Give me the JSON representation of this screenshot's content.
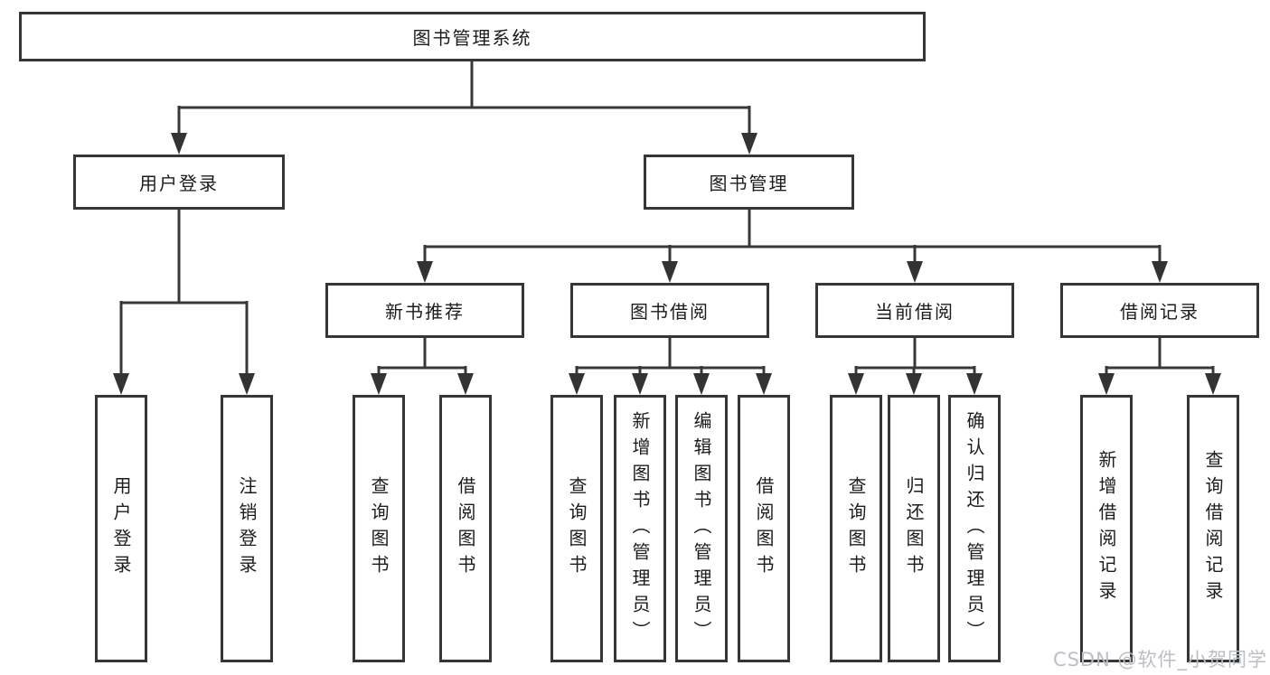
{
  "diagram": {
    "root": {
      "label": "图书管理系统"
    },
    "level2": [
      {
        "label": "用户登录"
      },
      {
        "label": "图书管理"
      }
    ],
    "level3": [
      {
        "label": "新书推荐"
      },
      {
        "label": "图书借阅"
      },
      {
        "label": "当前借阅"
      },
      {
        "label": "借阅记录"
      }
    ],
    "leaves": [
      {
        "label": "用户登录"
      },
      {
        "label": "注销登录"
      },
      {
        "label": "查询图书"
      },
      {
        "label": "借阅图书"
      },
      {
        "label": "查询图书"
      },
      {
        "label": "新增图书（管理员）"
      },
      {
        "label": "编辑图书（管理员）"
      },
      {
        "label": "借阅图书"
      },
      {
        "label": "查询图书"
      },
      {
        "label": "归还图书"
      },
      {
        "label": "确认归还（管理员）"
      },
      {
        "label": "新增借阅记录"
      },
      {
        "label": "查询借阅记录"
      }
    ],
    "watermark": "CSDN @软件_小贺同学",
    "colors": {
      "line": "#383838",
      "border": "#363636",
      "text": "#1c1c1c",
      "watermark": "#bcbec6",
      "background": "#ffffff"
    }
  }
}
